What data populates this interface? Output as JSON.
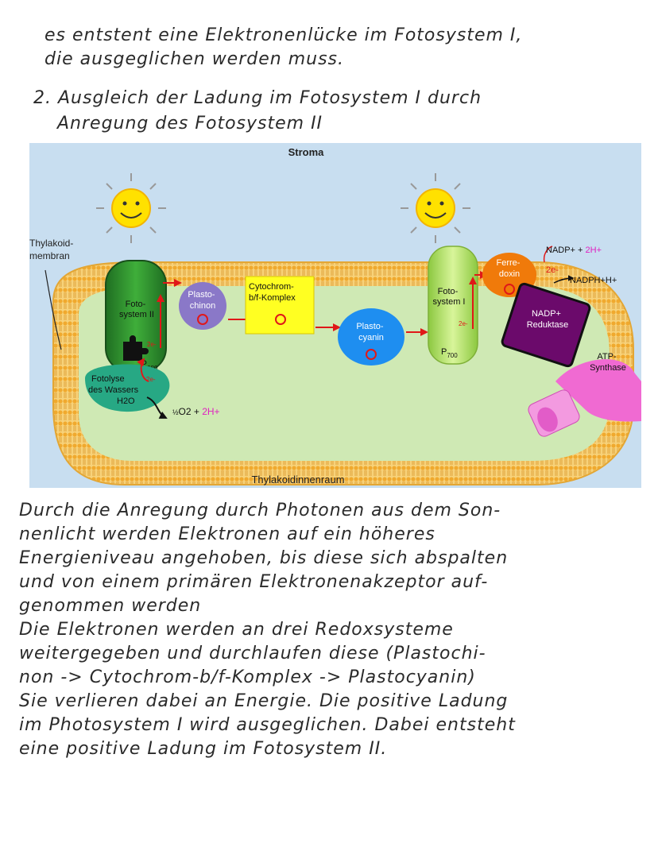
{
  "handwriting": {
    "intro": [
      "es entstent eine   Elektronenlücke im Fotosystem I,",
      "die ausgeglichen werden muss."
    ],
    "section": [
      "2. Ausgleich der Ladung im Fotosystem I durch",
      "Anregung des Fotosystem II"
    ],
    "description": [
      "Durch die Anregung durch Photonen aus dem Son-",
      "nenlicht werden Elektronen auf ein höheres",
      "Energieniveau angehoben, bis diese sich abspalten",
      "und von einem primären Elektronenakzeptor auf-",
      "genommen werden",
      "Die Elektronen werden an drei Redoxsysteme",
      "weitergegeben und durchlaufen diese (Plastochi-",
      "non -> Cytochrom-b/f-Komplex -> Plastocyanin)",
      "Sie verlieren dabei an Energie. Die positive Ladung",
      "im Photosystem I wird ausgeglichen. Dabei entsteht",
      "eine positive Ladung im Fotosystem II."
    ]
  },
  "diagram": {
    "stroma": "Stroma",
    "thylakoid_membrane": [
      "Thylakoid-",
      "membran"
    ],
    "lumen": "Thylakoidinnenraum",
    "photosystem2": [
      "Foto-",
      "system II"
    ],
    "p680": "P",
    "p680_sub": "680",
    "plastochinon": [
      "Plasto-",
      "chinon"
    ],
    "cytochrom": [
      "Cytochrom-",
      "b/f-Komplex"
    ],
    "plastocyanin": [
      "Plasto-",
      "cyanin"
    ],
    "photosystem1": [
      "Foto-",
      "system I"
    ],
    "p700": "P",
    "p700_sub": "700",
    "ferredoxin": [
      "Ferre-",
      "doxin"
    ],
    "nadp_reductase": [
      "NADP+",
      "Reduktase"
    ],
    "atp_synthase": [
      "ATP-",
      "Synthase"
    ],
    "photolysis": [
      "Fotolyse",
      "des Wassers",
      "H2O"
    ],
    "oxygen_frac": "½",
    "oxygen": "O2 + ",
    "oxygen_h": "2H+",
    "nadp_in": "NADP+ + ",
    "nadp_in_h": "2H+",
    "nadph": "NADPH+H+",
    "e_label": "2e-",
    "colors": {
      "stroma": "#c8def0",
      "lumen": "#cfe9b4",
      "membrane": "#f4c24a",
      "ps2": "#2f8a2c",
      "ps1": "#b6e36a",
      "plastochinon": "#8a78c8",
      "cytochrom": "#ffff22",
      "plastocyanin": "#1e8ef0",
      "ferredoxin": "#f07a0a",
      "reductase": "#6b0a6b",
      "atp": "#f06ad2",
      "photolysis": "#27a884",
      "arrow": "#e01818",
      "hplus": "#e020c0"
    }
  }
}
